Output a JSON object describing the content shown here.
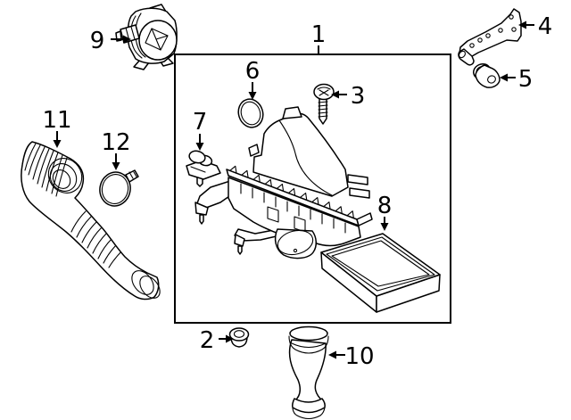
{
  "diagram": {
    "type": "exploded-parts-diagram",
    "colors": {
      "line": "#000000",
      "background": "#ffffff"
    },
    "callouts": {
      "c1": {
        "label": "1"
      },
      "c2": {
        "label": "2"
      },
      "c3": {
        "label": "3"
      },
      "c4": {
        "label": "4"
      },
      "c5": {
        "label": "5"
      },
      "c6": {
        "label": "6"
      },
      "c7": {
        "label": "7"
      },
      "c8": {
        "label": "8"
      },
      "c9": {
        "label": "9"
      },
      "c10": {
        "label": "10"
      },
      "c11": {
        "label": "11"
      },
      "c12": {
        "label": "12"
      }
    }
  }
}
